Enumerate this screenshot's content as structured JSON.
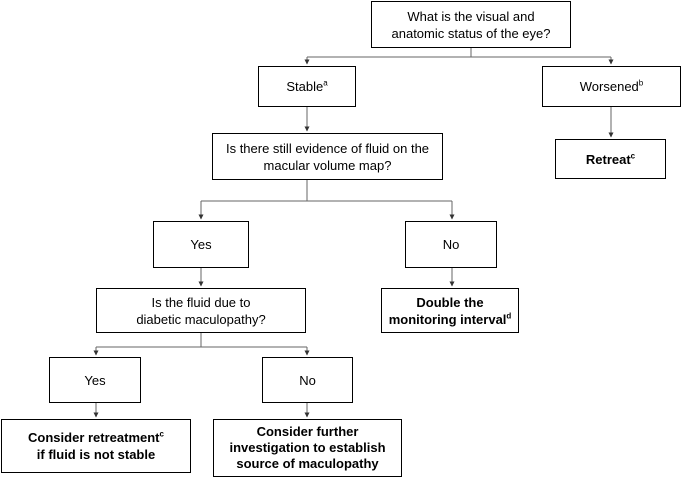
{
  "nodes": {
    "visual_status": {
      "lines": [
        "What is the visual and",
        "anatomic status of the eye?"
      ]
    },
    "stable": {
      "label": "Stable",
      "sup": "a"
    },
    "worsened": {
      "label": "Worsened",
      "sup": "b"
    },
    "retreat": {
      "label": "Retreat",
      "sup": "c"
    },
    "fluid_evidence": {
      "lines": [
        "Is there still evidence of fluid on the",
        "macular volume map?"
      ]
    },
    "yes_1": {
      "label": "Yes"
    },
    "no_1": {
      "label": "No"
    },
    "double_interval": {
      "line1": "Double the",
      "line2": "monitoring interval",
      "sup": "d"
    },
    "fluid_cause": {
      "lines": [
        "Is the fluid due to",
        "diabetic maculopathy?"
      ]
    },
    "yes_2": {
      "label": "Yes"
    },
    "no_2": {
      "label": "No"
    },
    "consider_retreatment": {
      "line1": "Consider retreatment",
      "sup": "c",
      "line2": "if fluid is not stable"
    },
    "consider_investigation": {
      "lines": [
        "Consider further",
        "investigation to establish",
        "source of maculopathy"
      ]
    }
  },
  "colors": {
    "line": "#666666",
    "border": "#000000",
    "background": "#ffffff"
  }
}
